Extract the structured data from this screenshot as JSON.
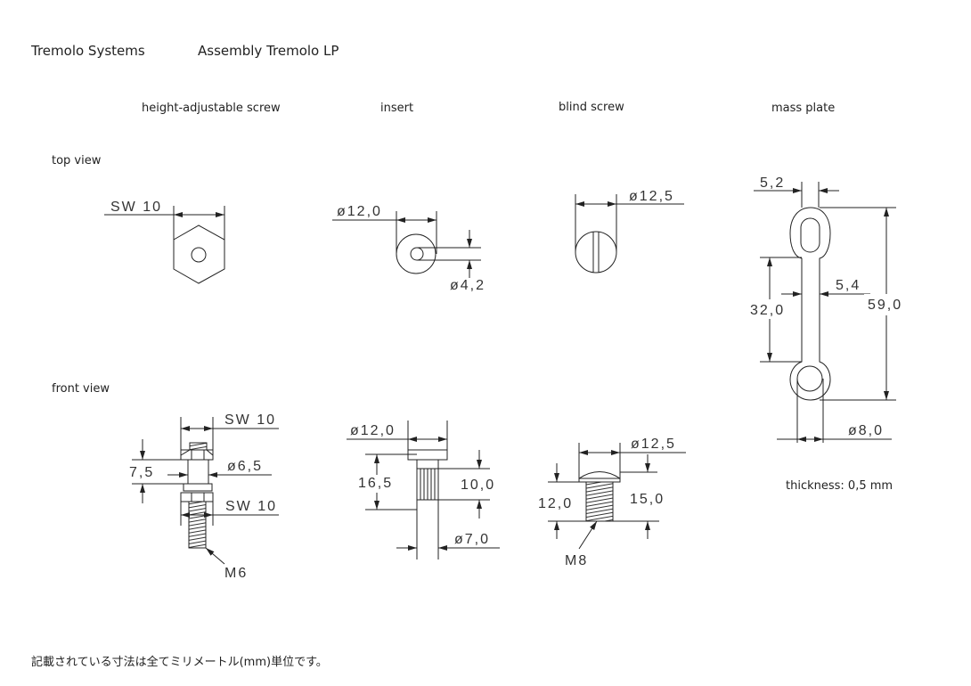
{
  "header": {
    "left_title": "Tremolo Systems",
    "right_title": "Assembly Tremolo LP"
  },
  "columns": [
    "height-adjustable screw",
    "insert",
    "blind screw",
    "mass plate"
  ],
  "rows": {
    "top": "top view",
    "front": "front view"
  },
  "top_view": {
    "screw": {
      "sw": "SW 10"
    },
    "insert": {
      "outer": "ø12,0",
      "inner": "ø4,2"
    },
    "blind": {
      "dia": "ø12,5"
    }
  },
  "front_view": {
    "screw": {
      "sw_top": "SW 10",
      "height": "7,5",
      "dia": "ø6,5",
      "sw_bottom": "SW 10",
      "thread": "M6"
    },
    "insert": {
      "flange": "ø12,0",
      "length": "16,5",
      "knurl": "10,0",
      "shank": "ø7,0"
    },
    "blind": {
      "head": "ø12,5",
      "thread_len": "12,0",
      "total": "15,0",
      "thread": "M8"
    }
  },
  "mass_plate": {
    "slot": "5,2",
    "spacing": "32,0",
    "width": "5,4",
    "length": "59,0",
    "hole": "ø8,0",
    "thickness": "thickness: 0,5 mm"
  },
  "footnote": "記載されている寸法は全てミリメートル(mm)単位です。"
}
